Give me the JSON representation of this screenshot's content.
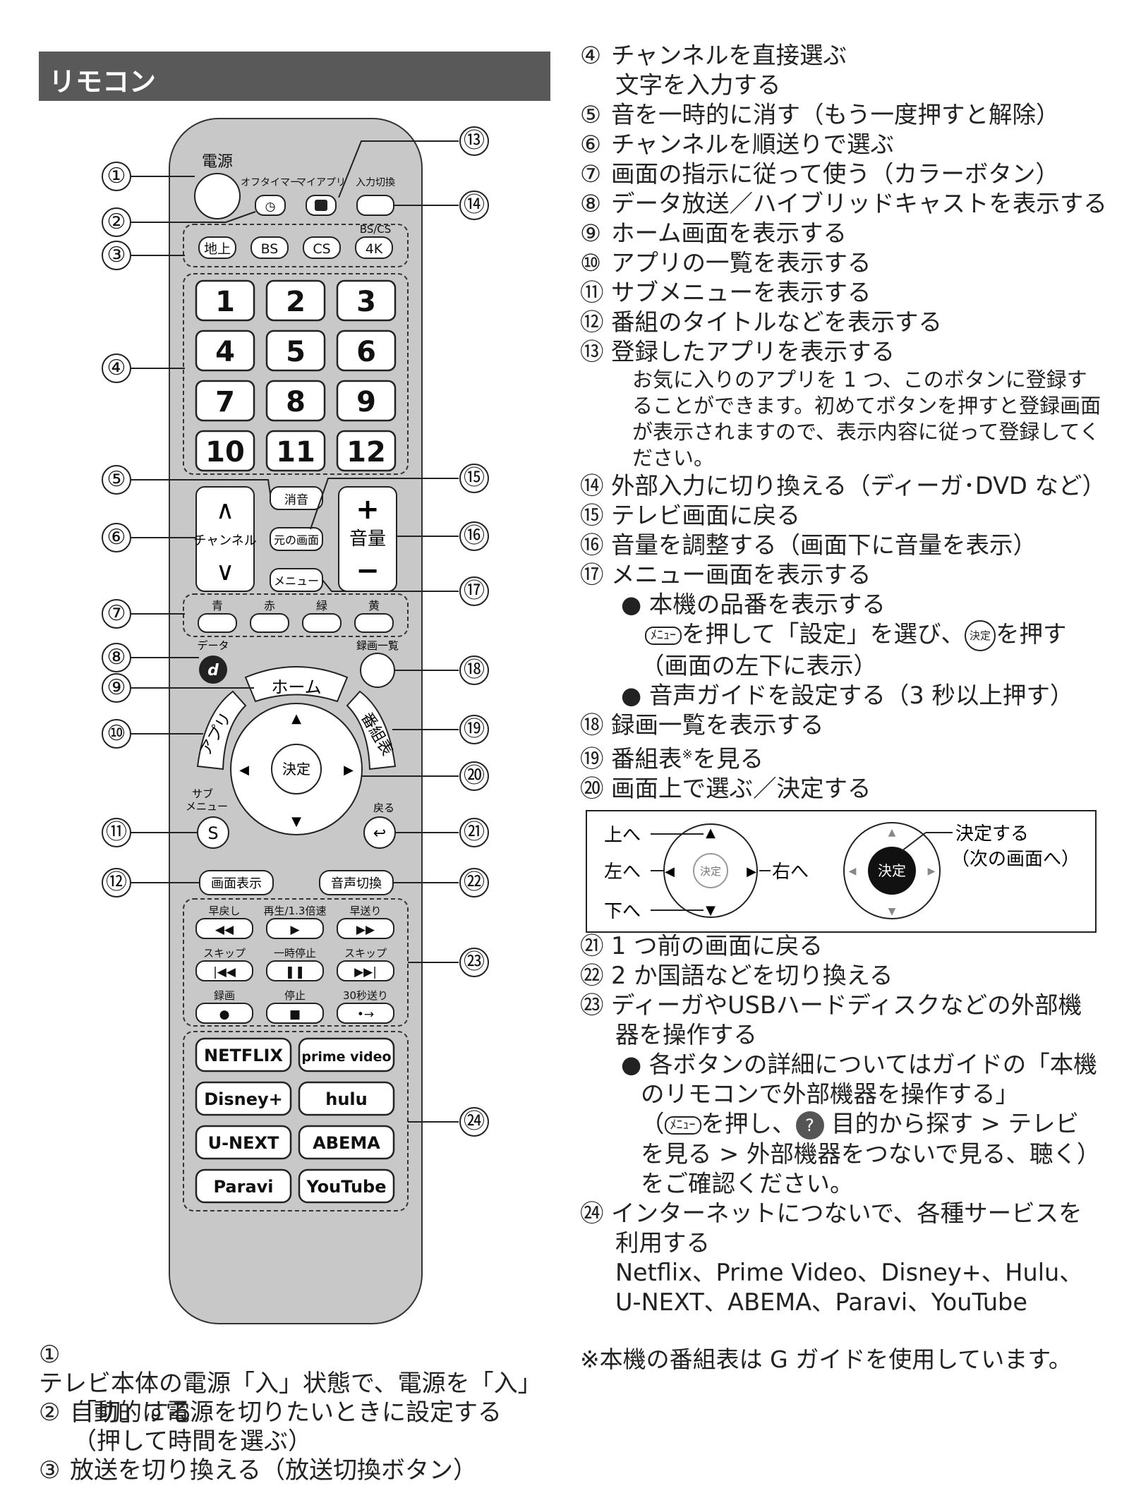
{
  "page": {
    "title": "リモコン"
  },
  "remote": {
    "power": {
      "label": "電源"
    },
    "top_labels": {
      "off_timer": "オフタイマー",
      "my_app": "マイアプリ",
      "input": "入力切換",
      "bscs": "BS/CS"
    },
    "broadcast": [
      "地上",
      "BS",
      "CS",
      "4K"
    ],
    "numbers": [
      "1",
      "2",
      "3",
      "4",
      "5",
      "6",
      "7",
      "8",
      "9",
      "10",
      "11",
      "12"
    ],
    "mute": "消音",
    "channel": "チャンネル",
    "orig_screen": "元の画面",
    "volume": "音量",
    "menu": "メニュー",
    "colors": [
      {
        "label": "青",
        "hex": "#ffffff"
      },
      {
        "label": "赤",
        "hex": "#ffffff"
      },
      {
        "label": "緑",
        "hex": "#ffffff"
      },
      {
        "label": "黄",
        "hex": "#ffffff"
      }
    ],
    "data_label": "データ",
    "rec_list_label": "録画一覧",
    "home": "ホーム",
    "apps": "アプリ",
    "epg": "番組表",
    "ok": "決定",
    "sub_menu": "サブ\nメニュー",
    "sub_menu_key": "S",
    "back": "戻る",
    "display": "画面表示",
    "audio": "音声切換",
    "transport_labels": [
      "早戻し",
      "再生/1.3倍速",
      "早送り",
      "スキップ",
      "一時停止",
      "スキップ",
      "録画",
      "停止",
      "30秒送り"
    ],
    "services": [
      "NETFLIX",
      "prime video",
      "Disney+",
      "hulu",
      "U-NEXT",
      "ABEMA",
      "Paravi",
      "YouTube"
    ],
    "callouts": [
      "①",
      "②",
      "③",
      "④",
      "⑤",
      "⑥",
      "⑦",
      "⑧",
      "⑨",
      "⑩",
      "⑪",
      "⑫",
      "⑬",
      "⑭",
      "⑮",
      "⑯",
      "⑰",
      "⑱",
      "⑲",
      "⑳",
      "㉑",
      "㉒",
      "㉓",
      "㉔"
    ]
  },
  "left_items": [
    {
      "num": "①",
      "text": "テレビ本体の電源「入」状態で、電源を「入」",
      "cont": "「切」する"
    },
    {
      "num": "②",
      "text": "自動的に電源を切りたいときに設定する",
      "cont": "（押して時間を選ぶ）"
    },
    {
      "num": "③",
      "text": "放送を切り換える（放送切換ボタン）"
    }
  ],
  "right": {
    "i4": {
      "num": "④",
      "text": "チャンネルを直接選ぶ",
      "cont": "文字を入力する"
    },
    "i5": {
      "num": "⑤",
      "text": "音を一時的に消す（もう一度押すと解除）"
    },
    "i6": {
      "num": "⑥",
      "text": "チャンネルを順送りで選ぶ"
    },
    "i7": {
      "num": "⑦",
      "text": "画面の指示に従って使う（カラーボタン）"
    },
    "i8": {
      "num": "⑧",
      "text": "データ放送／ハイブリッドキャストを表示する"
    },
    "i9": {
      "num": "⑨",
      "text": "ホーム画面を表示する"
    },
    "i10": {
      "num": "⑩",
      "text": "アプリの一覧を表示する"
    },
    "i11": {
      "num": "⑪",
      "text": "サブメニューを表示する"
    },
    "i12": {
      "num": "⑫",
      "text": "番組のタイトルなどを表示する"
    },
    "i13": {
      "num": "⑬",
      "text": "登録したアプリを表示する",
      "note": [
        "お気に入りのアプリを 1 つ、このボタンに登録す",
        "ることができます。初めてボタンを押すと登録画面",
        "が表示されますので、表示内容に従って登録してく",
        "ださい。"
      ]
    },
    "i14": {
      "num": "⑭",
      "text": "外部入力に切り換える（ディーガ･DVD など）"
    },
    "i15": {
      "num": "⑮",
      "text": "テレビ画面に戻る"
    },
    "i16": {
      "num": "⑯",
      "text": "音量を調整する（画面下に音量を表示）"
    },
    "i17": {
      "num": "⑰",
      "text": "メニュー画面を表示する",
      "b1": "● 本機の品番を表示する",
      "b1a_key": "ﾒﾆｭｰ",
      "b1a_1": "を押して「設定」を選び、",
      "b1a_key2": "決定",
      "b1a_2": "を押す",
      "b1b": "（画面の左下に表示）",
      "b2": "● 音声ガイドを設定する（3 秒以上押す）"
    },
    "i18": {
      "num": "⑱",
      "text": "録画一覧を表示する"
    },
    "i19": {
      "num": "⑲",
      "text": "番組表",
      "sup": "※",
      "text2": "を見る"
    },
    "i20": {
      "num": "⑳",
      "text": "画面上で選ぶ／決定する"
    },
    "diagram": {
      "up": "上へ",
      "left": "左へ",
      "right": "右へ",
      "down": "下へ",
      "ok_small": "決定",
      "ok": "決定",
      "confirm": "決定する",
      "confirm2": "（次の画面へ）"
    },
    "i21": {
      "num": "㉑",
      "text": "1 つ前の画面に戻る"
    },
    "i22": {
      "num": "㉒",
      "text": "2 か国語などを切り換える"
    },
    "i23": {
      "num": "㉓",
      "text": "ディーガやUSBハードディスクなどの外部機",
      "cont": "器を操作する",
      "b1": "● 各ボタンの詳細についてはガイドの「本機",
      "b1c": "のリモコンで外部機器を操作する」",
      "b1d_open": "（",
      "b1d_key": "ﾒﾆｭｰ",
      "b1d_1": "を押し、",
      "b1d_q": "?",
      "b1d_2": "目的から探す > テレビ",
      "b1e": "を見る > 外部機器をつないで見る、聴く）",
      "b1f": "をご確認ください。"
    },
    "i24": {
      "num": "㉔",
      "text": "インターネットにつないで、各種サービスを",
      "cont": "利用する",
      "svc1": "Netflix、Prime Video、Disney+、Hulu、",
      "svc2": "U-NEXT、ABEMA、Paravi、YouTube"
    },
    "footnote": "※本機の番組表は G ガイドを使用しています。"
  }
}
